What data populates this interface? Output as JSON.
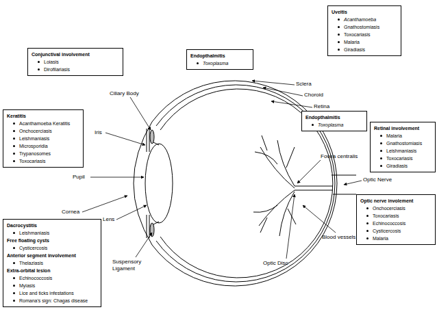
{
  "diagram": {
    "nodes": [
      {
        "text": [
          "Conjunctival involvement",
          "Loiasis",
          "Dirofilariasis"
        ]
      },
      {
        "text": [
          "Endopthalmitis",
          "Toxoplasma"
        ]
      },
      {
        "text": [
          "Uveitis",
          "Acanthamoeba",
          "Gnathostomiasis",
          "Toxocariasis",
          "Malaria",
          "Giradiasis"
        ]
      },
      {
        "text": [
          "Keratitis",
          "Acanthamoeba Keratitis",
          "Onchocerciasis",
          "Leishmaniasis",
          "Microsporidia",
          "Trypanosomes",
          "Toxocariasis"
        ]
      },
      {
        "text": [
          "Endopthalmitis",
          "Toxoplasma"
        ]
      },
      {
        "text": [
          "Retinal involvement",
          "Malaria",
          "Gnathostomiasis",
          "Leishmaniasis",
          "Toxocariasis",
          "Giradiasis"
        ]
      },
      {
        "text": [
          "Optic nerve involement",
          "Onchocerciasis",
          "Toxocariasis",
          "Echinococcosis",
          "Cysticercosis",
          "Malaria"
        ]
      },
      {
        "text": [
          "Dacrocystitis",
          "Leishmaniasis",
          "Free floating cysts",
          "Cysticercosis",
          "Anterior segment involvement",
          "Thelaziasis",
          "Extra-orbital lesion",
          "Echinococcosis",
          "Myiasis",
          "Lice and ticks infestations",
          "Romana's sign: Chagas disease"
        ]
      }
    ],
    "labels": [
      "Ciliary Body",
      "Iris",
      "Pupil",
      "Cornea",
      "Lens",
      "Suspensory Ligament",
      "Sclera",
      "Choroid",
      "Retina",
      "Fovea centralis",
      "Optic Nerve",
      "Blood vessels",
      "Optic Disc"
    ]
  }
}
